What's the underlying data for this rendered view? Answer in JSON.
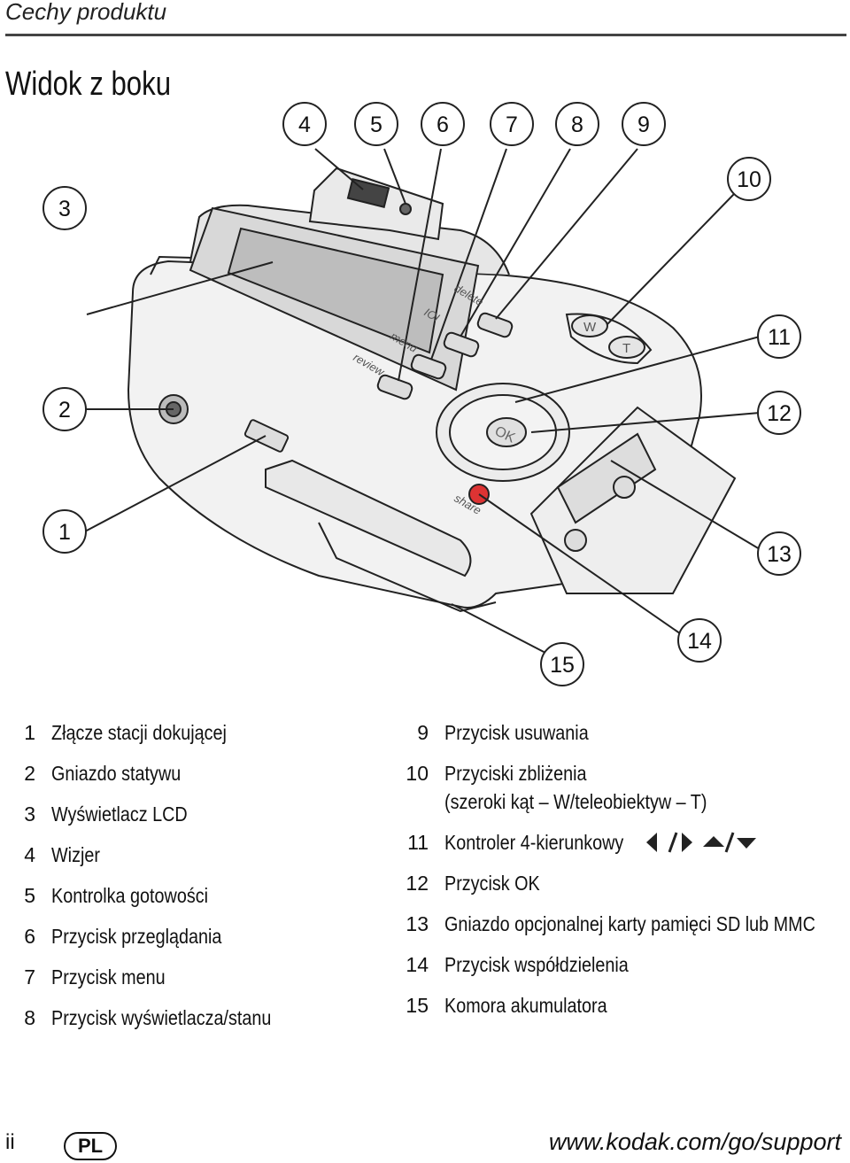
{
  "header": "Cechy produktu",
  "title": "Widok z boku",
  "callouts": [
    "1",
    "2",
    "3",
    "4",
    "5",
    "6",
    "7",
    "8",
    "9",
    "10",
    "11",
    "12",
    "13",
    "14",
    "15"
  ],
  "camera_labels": {
    "ok": "OK",
    "w": "W",
    "t": "T",
    "share": "share",
    "delete": "delete",
    "menu": "menu",
    "review": "review",
    "display": "IOI"
  },
  "legend_left": [
    {
      "num": "1",
      "text": "Złącze stacji dokującej"
    },
    {
      "num": "2",
      "text": "Gniazdo statywu"
    },
    {
      "num": "3",
      "text": "Wyświetlacz LCD"
    },
    {
      "num": "4",
      "text": "Wizjer"
    },
    {
      "num": "5",
      "text": "Kontrolka gotowości"
    },
    {
      "num": "6",
      "text": "Przycisk przeglądania"
    },
    {
      "num": "7",
      "text": "Przycisk menu"
    },
    {
      "num": "8",
      "text": "Przycisk wyświetlacza/stanu"
    }
  ],
  "legend_right": [
    {
      "num": "9",
      "text": "Przycisk usuwania"
    },
    {
      "num": "10",
      "text": "Przyciski zbliżenia",
      "text2": "(szeroki kąt – W/teleobiektyw – T)"
    },
    {
      "num": "11",
      "text": "Kontroler 4-kierunkowy"
    },
    {
      "num": "12",
      "text": "Przycisk OK"
    },
    {
      "num": "13",
      "text": "Gniazdo opcjonalnej karty pamięci SD lub MMC"
    },
    {
      "num": "14",
      "text": "Przycisk współdzielenia"
    },
    {
      "num": "15",
      "text": "Komora akumulatora"
    }
  ],
  "footer": {
    "page": "ii",
    "lang": "PL",
    "url": "www.kodak.com/go/support"
  }
}
